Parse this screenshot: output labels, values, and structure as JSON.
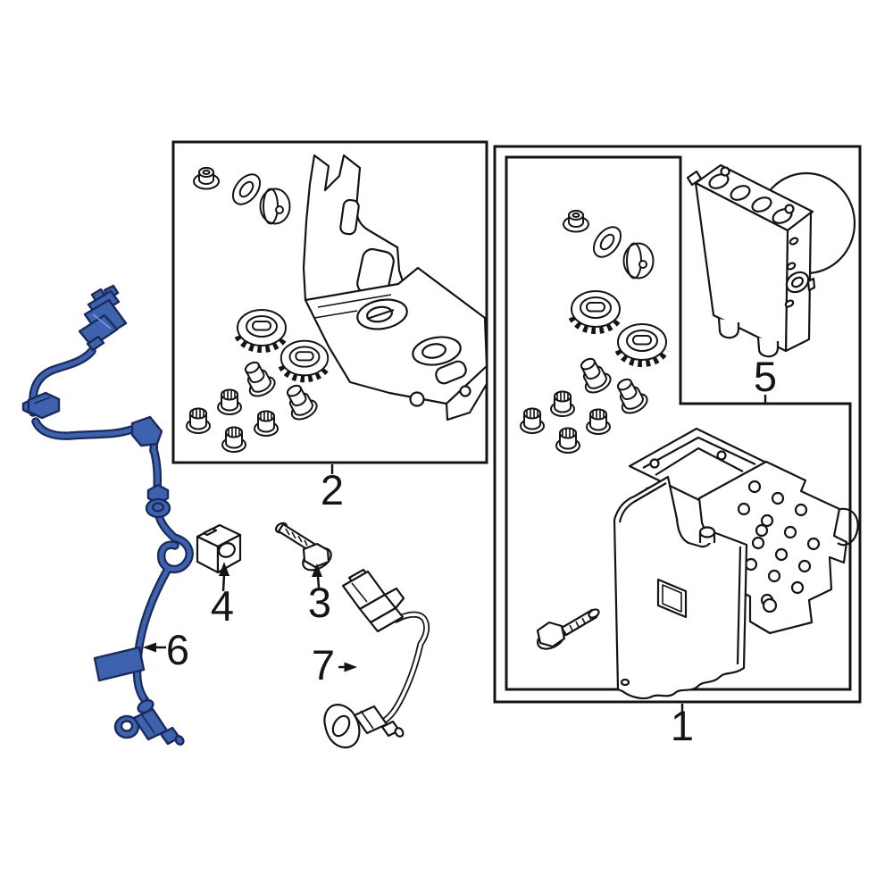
{
  "diagram": {
    "kind": "exploded-parts-diagram",
    "background": "#ffffff",
    "line_color": "#141414",
    "highlight_fill": "#3E62AE",
    "highlight_outline": "#1A2A5C",
    "callouts": {
      "1": {
        "label": "1"
      },
      "2": {
        "label": "2"
      },
      "3": {
        "label": "3"
      },
      "4": {
        "label": "4"
      },
      "5": {
        "label": "5"
      },
      "6": {
        "label": "6"
      },
      "7": {
        "label": "7"
      }
    }
  }
}
